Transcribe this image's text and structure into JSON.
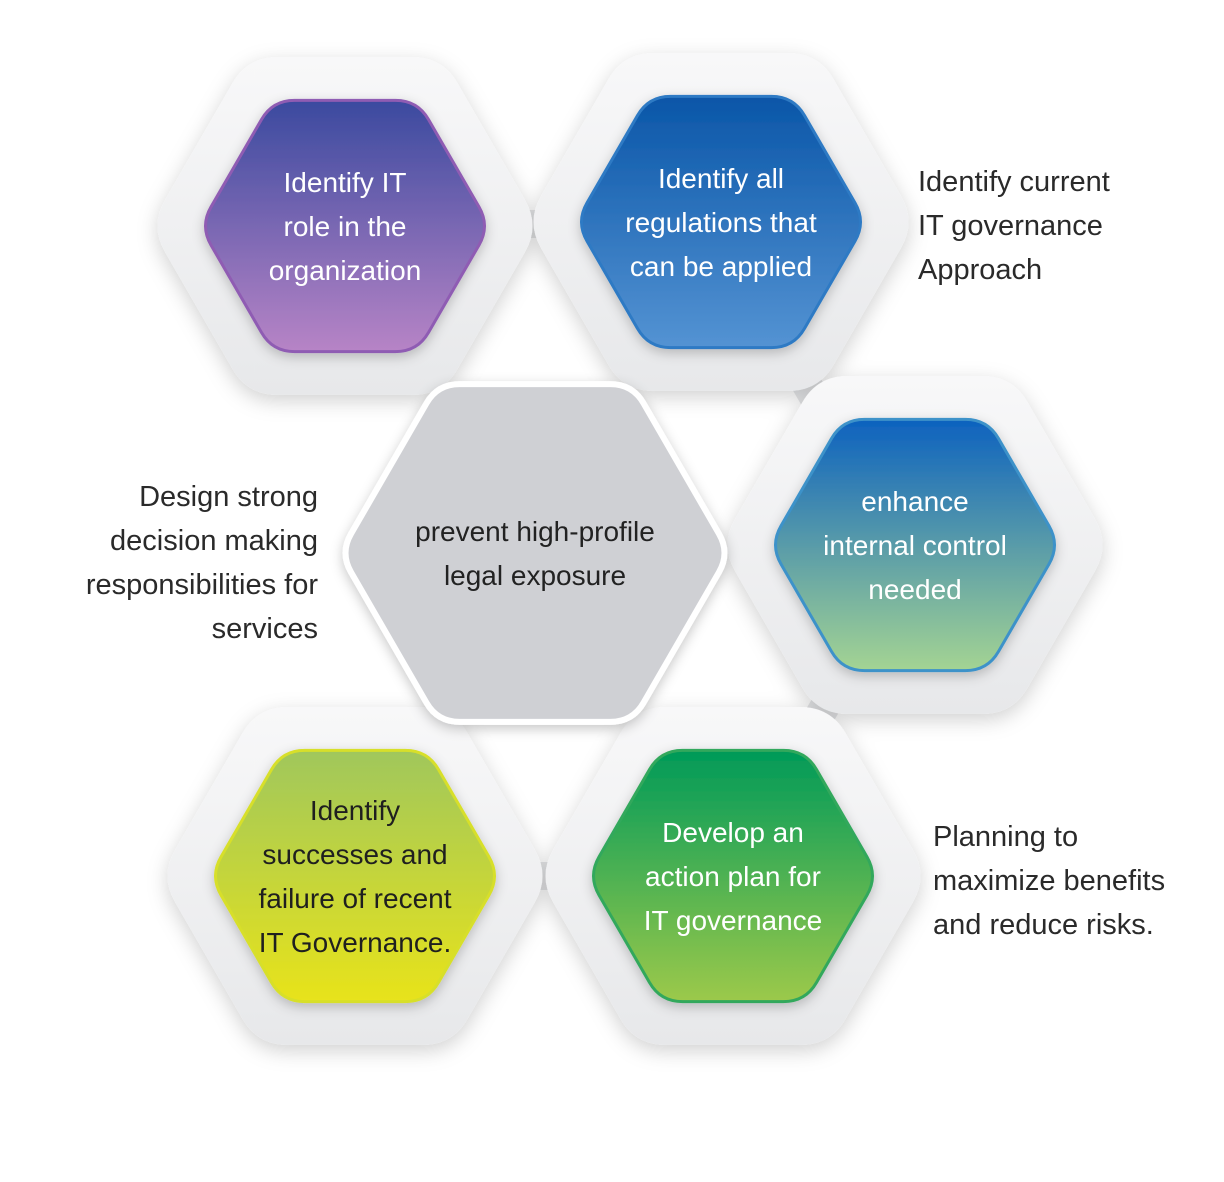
{
  "hexagons": [
    {
      "id": "role",
      "lines": [
        "Identify IT",
        "role in the",
        "organization"
      ],
      "gradient": [
        "#3b4a9f",
        "#b784c6"
      ],
      "text_color": "#ffffff",
      "edge": "#8f5cb3"
    },
    {
      "id": "regulations",
      "lines": [
        "Identify all",
        "regulations that",
        "can be applied"
      ],
      "gradient": [
        "#0a56a8",
        "#5493d3"
      ],
      "text_color": "#ffffff",
      "edge": "#2d7ac4"
    },
    {
      "id": "legal",
      "lines": [
        "prevent high-profile",
        "legal exposure"
      ],
      "gradient": [
        "#cfd0d4",
        "#cfd0d4"
      ],
      "text_color": "#222222",
      "edge": "#ffffff"
    },
    {
      "id": "control",
      "lines": [
        "enhance",
        "internal control",
        "needed"
      ],
      "gradient": [
        "#0d62bf",
        "#a4d493"
      ],
      "text_color": "#ffffff",
      "edge": "#3c92c9"
    },
    {
      "id": "successes",
      "lines": [
        "Identify",
        "successes and",
        "failure of recent",
        "IT Governance."
      ],
      "gradient": [
        "#a0c75c",
        "#e8e31a"
      ],
      "text_color": "#1f1f1f",
      "edge": "#d7df2a"
    },
    {
      "id": "action",
      "lines": [
        "Develop an",
        "action plan for",
        "IT governance"
      ],
      "gradient": [
        "#009a59",
        "#9cc94b"
      ],
      "text_color": "#ffffff",
      "edge": "#33a85c"
    }
  ],
  "side_notes": {
    "top_right": [
      "Identify current",
      "IT governance",
      "Approach"
    ],
    "left": [
      "Design strong",
      "decision making",
      "responsibilities for",
      "services"
    ],
    "bottom_right": [
      "Planning to",
      "maximize benefits",
      "and reduce risks."
    ]
  }
}
